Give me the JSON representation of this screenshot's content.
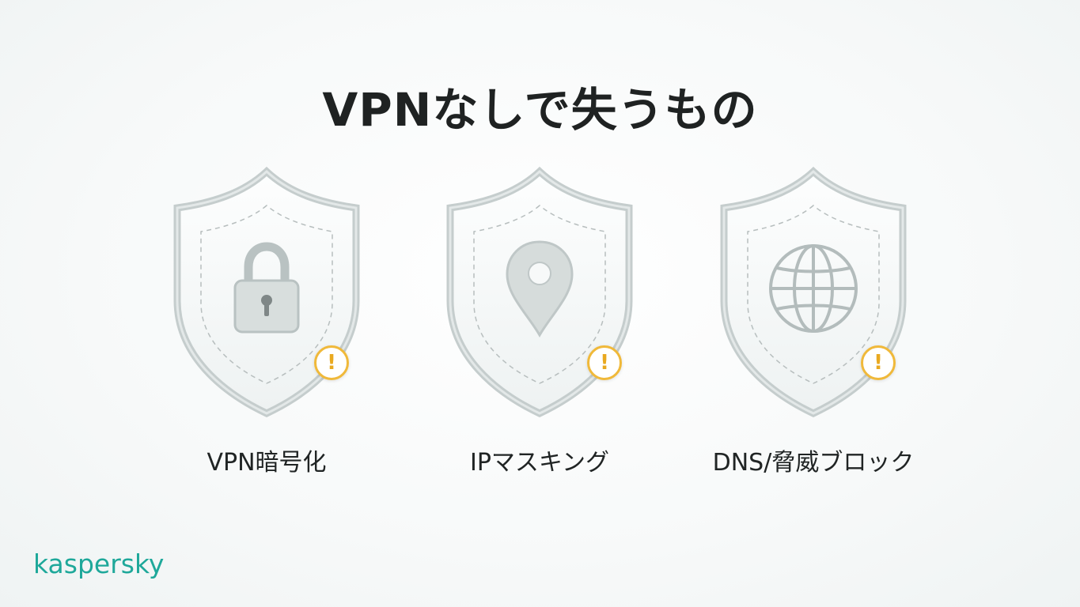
{
  "title": "VPNなしで失うもの",
  "cards": [
    {
      "label": "VPN暗号化",
      "icon": "lock-icon",
      "badge": "!"
    },
    {
      "label": "IPマスキング",
      "icon": "location-pin-icon",
      "badge": "!"
    },
    {
      "label": "DNS/脅威ブロック",
      "icon": "globe-icon",
      "badge": "!"
    }
  ],
  "brand": {
    "name": "kaspersky",
    "color": "#1ea89a"
  },
  "colors": {
    "warning": "#f0b93a",
    "shield": "#c4cccc"
  }
}
